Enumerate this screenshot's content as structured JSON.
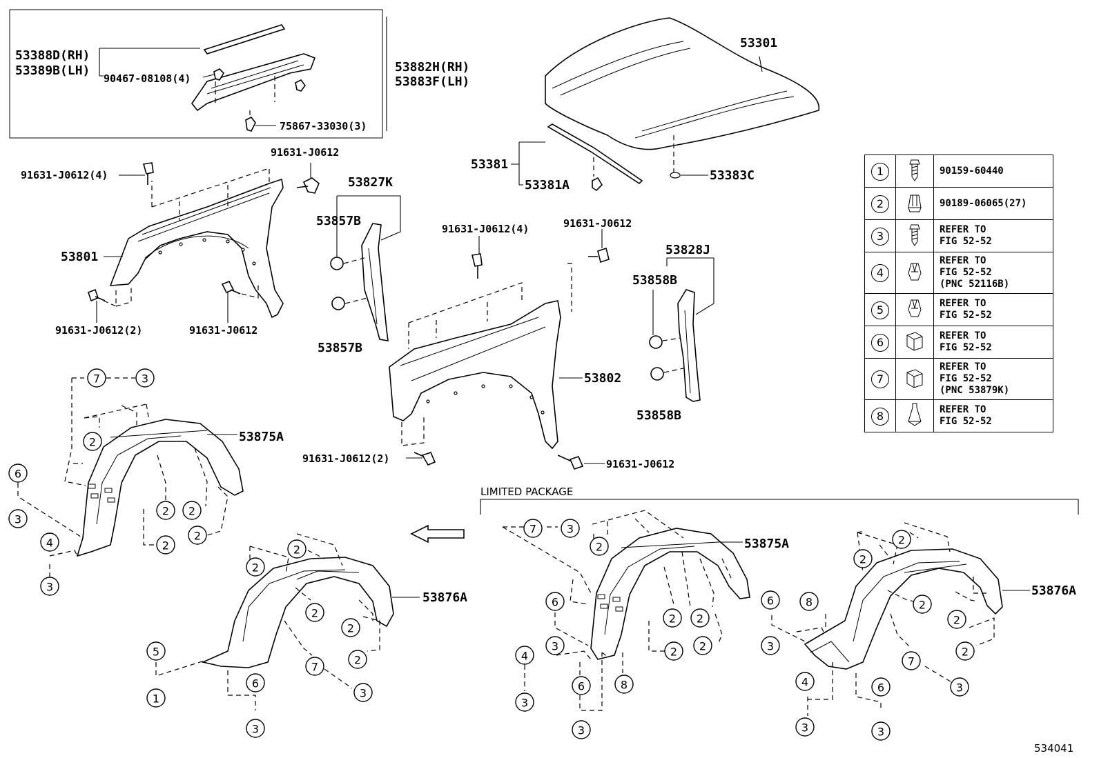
{
  "callouts": {
    "inset_strip_rh": "53388D(RH)",
    "inset_strip_lh": "53389B(LH)",
    "inset_clip": "90467-08108(4)",
    "inset_seal_rh": "53882H(RH)",
    "inset_seal_lh": "53883F(LH)",
    "inset_screw": "75867-33030(3)",
    "hood": "53301",
    "hood_seal": "53381",
    "hood_seal_clip": "53381A",
    "hood_cushion": "53383C",
    "lh_bolt_4": "91631-J0612(4)",
    "lh_bolt_top": "91631-J0612",
    "lh_fender": "53801",
    "lh_bolt_2": "91631-J0612(2)",
    "lh_bolt_bottom": "91631-J0612",
    "lh_seal_bracket": "53827K",
    "lh_pad_upper": "53857B",
    "lh_pad_lower": "53857B",
    "rh_bolt_4": "91631-J0612(4)",
    "rh_bolt_top": "91631-J0612",
    "rh_fender": "53802",
    "rh_bolt_2": "91631-J0612(2)",
    "rh_bolt_bottom": "91631-J0612",
    "rh_seal_bracket": "53828J",
    "rh_pad_upper": "53858B",
    "rh_pad_lower": "53858B",
    "liner_rh_1": "53875A",
    "liner_lh_1": "53876A",
    "liner_rh_2": "53875A",
    "liner_lh_2": "53876A",
    "limited_package": "LIMITED PACKAGE",
    "figure_number": "534041"
  },
  "circled_refs": [
    "1",
    "2",
    "3",
    "4",
    "5",
    "6",
    "7",
    "8"
  ],
  "legend": [
    {
      "num": "1",
      "icon": "screw-icon",
      "text": "90159-60440"
    },
    {
      "num": "2",
      "icon": "nut-clip-icon",
      "text": "90189-06065(27)"
    },
    {
      "num": "3",
      "icon": "screw-icon",
      "text": "REFER TO\nFIG 52-52"
    },
    {
      "num": "4",
      "icon": "push-clip-icon",
      "text": "REFER TO\nFIG 52-52\n(PNC 52116B)"
    },
    {
      "num": "5",
      "icon": "push-clip-icon",
      "text": "REFER TO\nFIG 52-52"
    },
    {
      "num": "6",
      "icon": "bracket-clip-icon",
      "text": "REFER TO\nFIG 52-52"
    },
    {
      "num": "7",
      "icon": "bracket-clip-icon",
      "text": "REFER TO\nFIG 52-52\n(PNC 53879K)"
    },
    {
      "num": "8",
      "icon": "rivet-clip-icon",
      "text": "REFER TO\nFIG 52-52"
    }
  ]
}
